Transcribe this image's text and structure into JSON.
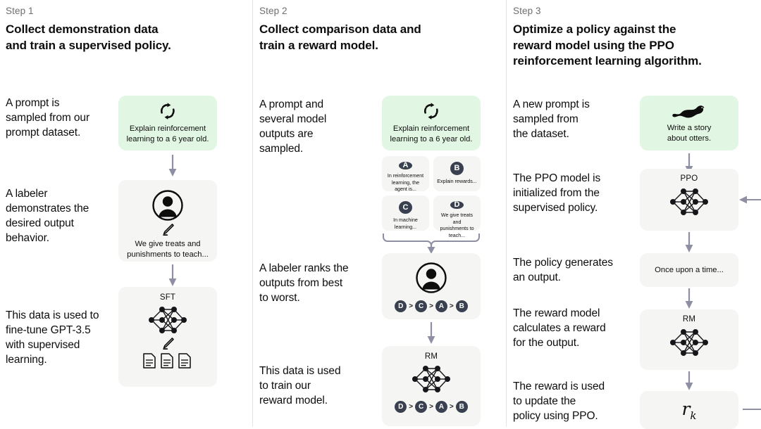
{
  "diagram_title": "InstructGPT / RLHF three-step training process",
  "colors": {
    "green_card": "#e2f7e3",
    "gray_card": "#f5f5f3",
    "badge": "#39404f",
    "arrow": "#8f8fa3",
    "divider": "#e3e3e3",
    "text": "#0d0d0d",
    "muted_text": "#6e6e6e"
  },
  "steps": [
    {
      "label": "Step 1",
      "title": "Collect demonstration data\nand train a supervised policy.",
      "descriptions": [
        "A prompt is\nsampled from our\nprompt dataset.",
        "A labeler\ndemonstrates the\ndesired output\nbehavior.",
        "This data is used to\nfine-tune GPT-3.5\nwith supervised\nlearning."
      ],
      "cards": [
        {
          "kind": "prompt",
          "variant": "green",
          "icon": "refresh-loop-icon",
          "text": "Explain reinforcement\nlearning to a 6 year old."
        },
        {
          "kind": "labeler",
          "variant": "gray",
          "icon": "person-icon",
          "sub_icon": "pencil-icon",
          "text": "We give treats and\npunishments to teach..."
        },
        {
          "kind": "model",
          "variant": "gray",
          "caption": "SFT",
          "icon": "neural-network-icon",
          "sub_icon": "pencil-icon",
          "extra_icon": "documents-icon"
        }
      ]
    },
    {
      "label": "Step 2",
      "title": "Collect comparison data and\ntrain a reward model.",
      "descriptions": [
        "A prompt and\nseveral model\noutputs are\nsampled.",
        "A labeler ranks the\noutputs from best\nto worst.",
        "This data is used\nto train our\nreward model."
      ],
      "cards": [
        {
          "kind": "prompt",
          "variant": "green",
          "icon": "refresh-loop-icon",
          "text": "Explain reinforcement\nlearning to a 6 year old."
        },
        {
          "kind": "labeler",
          "variant": "gray",
          "icon": "person-icon",
          "ranking": [
            "D",
            "C",
            "A",
            "B"
          ]
        },
        {
          "kind": "model",
          "variant": "gray",
          "caption": "RM",
          "icon": "neural-network-icon",
          "ranking": [
            "D",
            "C",
            "A",
            "B"
          ]
        }
      ],
      "options": [
        {
          "badge": "A",
          "text": "In reinforcement\nlearning, the\nagent is..."
        },
        {
          "badge": "B",
          "text": "Explain rewards..."
        },
        {
          "badge": "C",
          "text": "In machine\nlearning..."
        },
        {
          "badge": "D",
          "text": "We give treats and\npunishments to\nteach..."
        }
      ]
    },
    {
      "label": "Step 3",
      "title": "Optimize a policy against the\nreward model using the PPO\nreinforcement learning algorithm.",
      "descriptions": [
        "A new prompt is\nsampled from\nthe dataset.",
        "The PPO model is\ninitialized from the\nsupervised policy.",
        "The policy generates\nan output.",
        "The reward model\ncalculates a reward\nfor the output.",
        "The reward is used\nto update the\npolicy using PPO."
      ],
      "cards": [
        {
          "kind": "prompt",
          "variant": "green",
          "icon": "otter-icon",
          "text": "Write a story\nabout otters."
        },
        {
          "kind": "model",
          "variant": "gray",
          "caption": "PPO",
          "icon": "neural-network-icon"
        },
        {
          "kind": "output",
          "variant": "gray",
          "text": "Once upon a time..."
        },
        {
          "kind": "model",
          "variant": "gray",
          "caption": "RM",
          "icon": "neural-network-icon"
        },
        {
          "kind": "reward",
          "variant": "gray",
          "formula": "r",
          "subscript": "k"
        }
      ]
    }
  ]
}
